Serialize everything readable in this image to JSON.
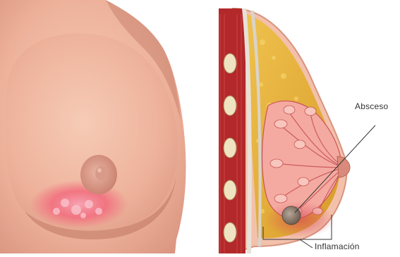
{
  "illustration": {
    "left_view": "breast-exterior-with-redness",
    "right_view": "breast-cross-section"
  },
  "labels": {
    "abscess": "Absceso",
    "inflammation": "Inflamación"
  },
  "colors": {
    "skin": "#f1b9a3",
    "skin_shadow": "#d8937f",
    "areola": "#d99a88",
    "inflamed": "#f26a7d",
    "muscle": "#c0302d",
    "fat": "#e9b43a",
    "gland": "#f4aaa0",
    "abscess": "#8f7d6e",
    "callout_line": "#333333"
  }
}
